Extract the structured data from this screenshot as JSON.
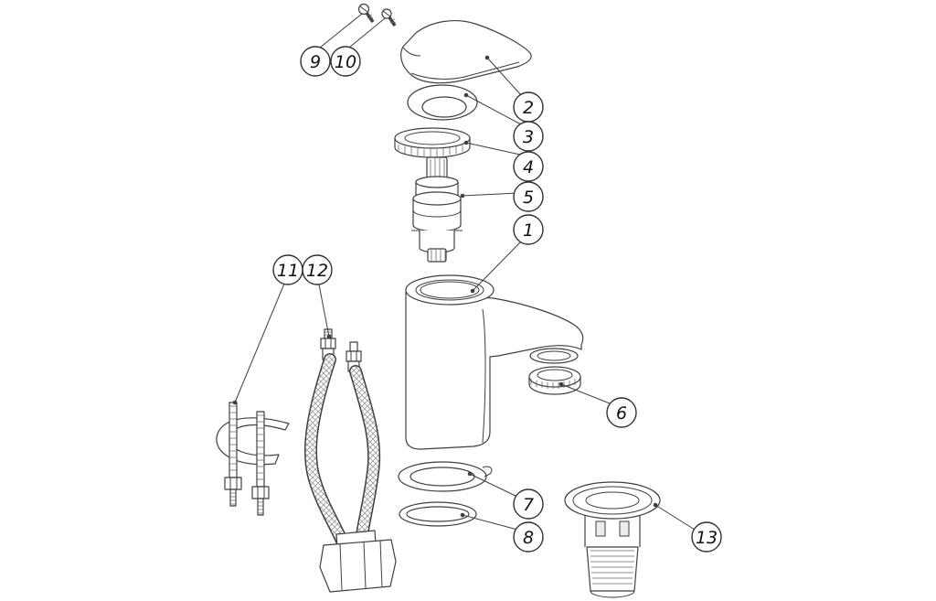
{
  "page": {
    "background": "#ffffff",
    "line_color": "#3f3f3f",
    "description": "Exploded parts diagram of a basin mixer tap with numbered callouts"
  },
  "callouts": {
    "c1": {
      "label": "1"
    },
    "c2": {
      "label": "2"
    },
    "c3": {
      "label": "3"
    },
    "c4": {
      "label": "4"
    },
    "c5": {
      "label": "5"
    },
    "c6": {
      "label": "6"
    },
    "c7": {
      "label": "7"
    },
    "c8": {
      "label": "8"
    },
    "c9": {
      "label": "9"
    },
    "c10": {
      "label": "10"
    },
    "c11": {
      "label": "11"
    },
    "c12": {
      "label": "12"
    },
    "c13": {
      "label": "13"
    }
  }
}
